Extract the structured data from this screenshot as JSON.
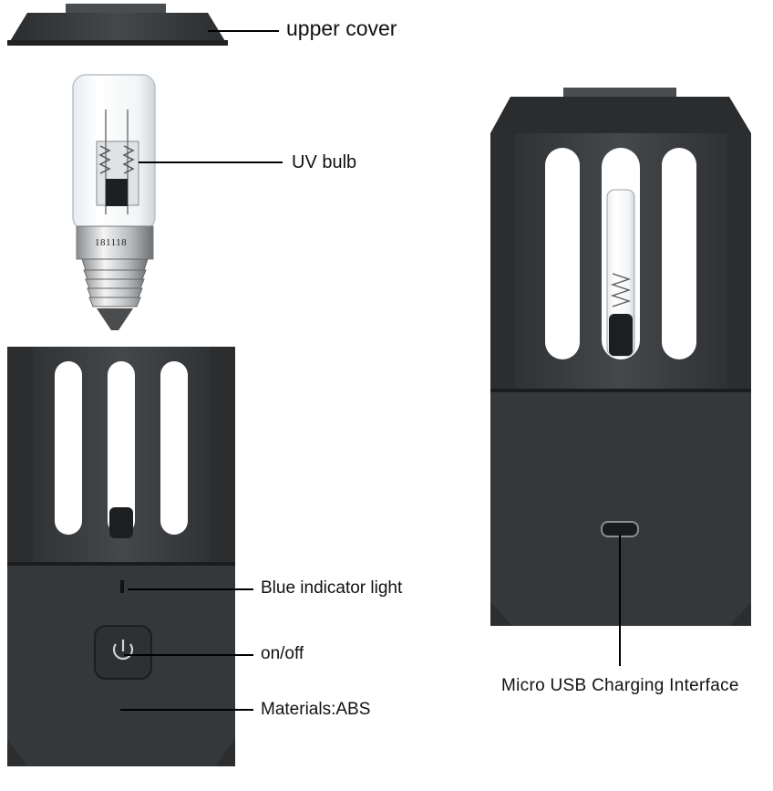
{
  "labels": {
    "upper_cover": "upper cover",
    "uv_bulb": "UV bulb",
    "blue_indicator": "Blue indicator light",
    "on_off": "on/off",
    "materials": "Materials:ABS",
    "micro_usb": "Micro USB Charging Interface"
  },
  "bulb_marking": "181118",
  "colors": {
    "device_body": "#3a3d40",
    "device_dark": "#242628",
    "leader_line": "#000000",
    "background": "#ffffff"
  }
}
